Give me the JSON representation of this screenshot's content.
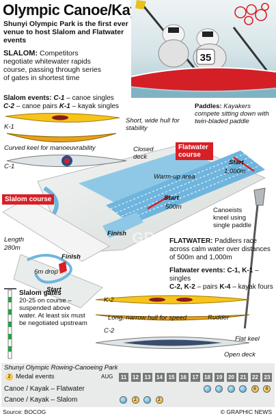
{
  "header": {
    "title": "Olympic Canoe/Kayak",
    "subtitle": "Shunyi Olympic Park is the first ever venue to host Slalom and Flatwater events"
  },
  "slalom": {
    "heading": "SLALOM:",
    "text": "Competitors negotiate whitewater rapids course, passing through series of gates in shortest time"
  },
  "slalom_events": {
    "heading": "Slalom events:",
    "c1": "C-1",
    "c1_text": "– canoe singles",
    "c2": "C-2",
    "c2_text": "– canoe pairs",
    "k1": "K-1",
    "k1_text": "– kayak singles"
  },
  "photo": {
    "bib_number": "35"
  },
  "paddles": {
    "heading": "Paddles:",
    "text": "Kayakers compete sitting down with twin-bladed paddle"
  },
  "boats": {
    "k1_label": "K-1",
    "k1_note": "Short, wide hull for stability",
    "curved_keel": "Curved keel for manoeuvrability",
    "c1_label": "C-1",
    "closed_deck": "Closed deck",
    "k2_label": "K-2",
    "long_hull": "Long, narrow hull for speed",
    "rudder": "Rudder",
    "c2_label": "C-2",
    "flat_keel": "Flat keel",
    "open_deck": "Open deck"
  },
  "venue": {
    "flatwater_tag": "Flatwater course",
    "slalom_tag": "Slalom course",
    "start_1000": "Start",
    "dist_1000": "1,000m",
    "warmup": "Warm-up area",
    "start_500": "Start",
    "dist_500": "500m",
    "finish": "Finish",
    "length_label": "Length",
    "length_value": "280m",
    "slalom_finish": "Finish",
    "drop": "6m drop",
    "slalom_start": "Start",
    "watermark": "GRAPHIC NEWS"
  },
  "canoeists_note": "Canoeists kneel using single paddle",
  "flatwater": {
    "heading": "FLATWATER:",
    "text": "Paddlers race across calm water over distances of 500m and 1,000m"
  },
  "flatwater_events": {
    "heading": "Flatwater events:",
    "singles": "C-1, K-1",
    "singles_text": "– singles",
    "pairs": "C-2, K-2",
    "pairs_text": "– pairs",
    "fours": "K-4",
    "fours_text": "– kayak fours"
  },
  "gates": {
    "heading": "Slalom gates",
    "text": "20-25 on course – suspended above water. At least six must be negotiated upstream"
  },
  "schedule": {
    "title": "Shunyi Olympic Rowing-Canoeing Park",
    "legend_badge": "2",
    "legend_label": "Medal events",
    "month": "AUG",
    "days": [
      "11",
      "12",
      "13",
      "14",
      "15",
      "16",
      "17",
      "18",
      "19",
      "20",
      "21",
      "22",
      "23"
    ],
    "rows": [
      {
        "label": "Canoe / Kayak – Flatwater",
        "cells": [
          "",
          "",
          "",
          "",
          "",
          "",
          "",
          "dot",
          "dot",
          "dot",
          "dot",
          "6",
          "6"
        ]
      },
      {
        "label": "Canoe / Kayak – Slalom",
        "cells": [
          "dot",
          "2",
          "dot",
          "2",
          "",
          "",
          "",
          "",
          "",
          "",
          "",
          "",
          ""
        ]
      }
    ]
  },
  "footer": {
    "source": "Source: BOCOG",
    "credit": "© GRAPHIC NEWS"
  },
  "colors": {
    "accent": "#d81f26",
    "water": "#8fc8e6",
    "medal": "#e8a917"
  }
}
